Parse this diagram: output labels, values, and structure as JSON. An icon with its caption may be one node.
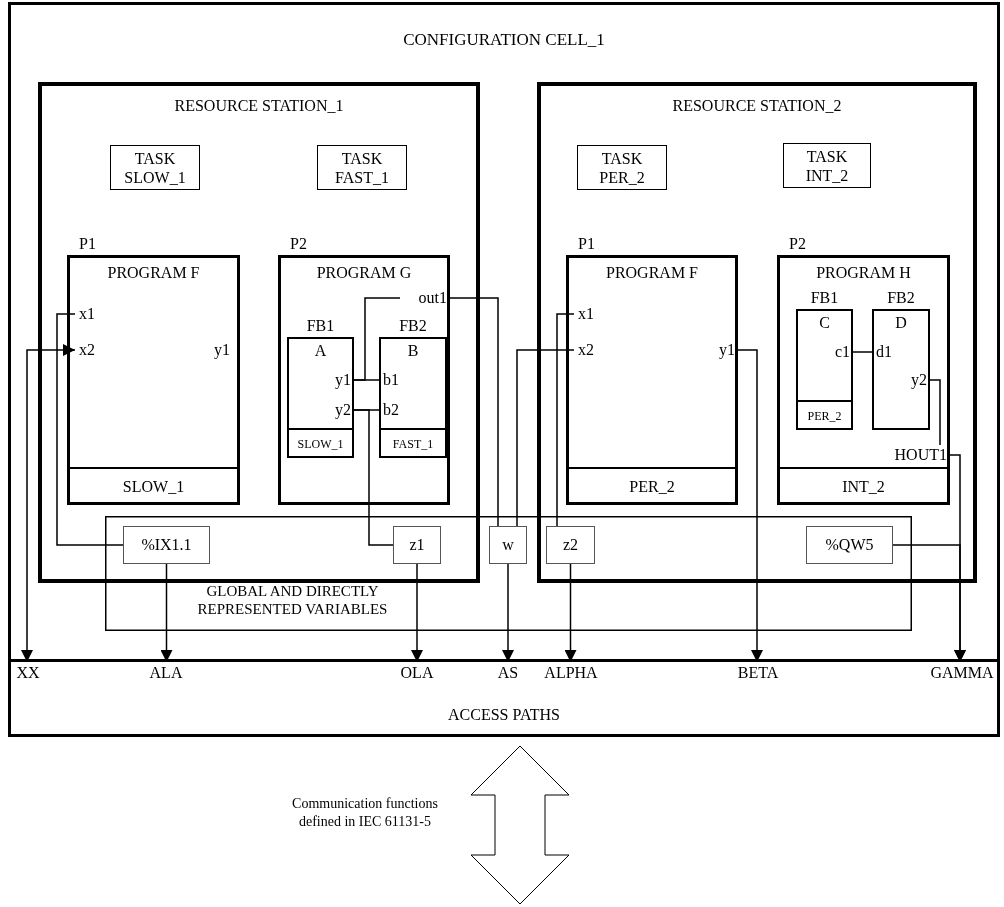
{
  "diagram": {
    "nodes": [
      {
        "text": [
          "CONFIGURATION CELL_1",
          "ACCESS PATHS"
        ]
      },
      {
        "text": [
          "RESOURCE STATION_1"
        ],
        "in": 0
      },
      {
        "text": [
          "TASK SLOW_1"
        ],
        "in": 1
      },
      {
        "text": [
          "TASK FAST_1"
        ],
        "in": 1
      },
      {
        "text": [
          "P1",
          "PROGRAM F",
          "SLOW_1"
        ],
        "in": 1
      },
      {
        "text": [
          "x1"
        ],
        "in": 4
      },
      {
        "text": [
          "x2"
        ],
        "in": 4
      },
      {
        "text": [
          "P2",
          "PROGRAM G"
        ],
        "in": 1
      },
      {
        "text": [
          "out1"
        ],
        "in": 7
      },
      {
        "text": [
          "FB1",
          "A",
          "SLOW_1"
        ],
        "in": 7
      },
      {
        "text": [
          "y1"
        ],
        "in": 9
      },
      {
        "text": [
          "y2"
        ],
        "in": 9
      },
      {
        "text": [
          "FB2",
          "B",
          "FAST_1"
        ],
        "in": 7
      },
      {
        "text": [
          "b1"
        ],
        "in": 12
      },
      {
        "text": [
          "b2"
        ],
        "in": 12
      },
      {
        "text": [
          "RESOURCE STATION_2"
        ],
        "in": 0
      },
      {
        "text": [
          "TASK PER_2"
        ],
        "in": 15
      },
      {
        "text": [
          "TASK INT_2"
        ],
        "in": 15
      },
      {
        "text": [
          "P1",
          "PROGRAM F",
          "PER_2"
        ],
        "in": 15
      },
      {
        "text": [
          "x1"
        ],
        "in": 18
      },
      {
        "text": [
          "x2"
        ],
        "in": 18
      },
      {
        "text": [
          "y1"
        ],
        "in": 18
      },
      {
        "text": [
          "P2",
          "PROGRAM H",
          "INT_2"
        ],
        "in": 15
      },
      {
        "text": [
          "FB1",
          "C",
          "PER_2"
        ],
        "in": 22
      },
      {
        "text": [
          "c1"
        ],
        "in": 23
      },
      {
        "text": [
          "FB2",
          "D"
        ],
        "in": 22
      },
      {
        "text": [
          "d1"
        ],
        "in": 25
      },
      {
        "text": [
          "y2"
        ],
        "in": 25
      },
      {
        "text": [
          "HOUT1"
        ],
        "in": 22
      },
      {
        "text": [
          "GLOBAL AND DIRECTLY REPRESENTED VARIABLES"
        ],
        "in": 0
      },
      {
        "text": [
          "%IX1.1"
        ]
      },
      {
        "text": [
          "z1"
        ]
      },
      {
        "text": [
          "w"
        ],
        "in": 29
      },
      {
        "text": [
          "z2"
        ]
      },
      {
        "text": [
          "%QW5"
        ]
      },
      {
        "text": [
          "XX"
        ],
        "in": 0
      },
      {
        "text": [
          "ALA"
        ],
        "in": 0
      },
      {
        "text": [
          "OLA"
        ],
        "in": 0
      },
      {
        "text": [
          "AS"
        ],
        "in": 0
      },
      {
        "text": [
          "ALPHA"
        ],
        "in": 0
      },
      {
        "text": [
          "BETA"
        ],
        "in": 0
      },
      {
        "text": [
          "GAMMA"
        ],
        "in": 0
      },
      {
        "text": [],
        "shape": "arrow",
        "beside": [
          "Communication functions defined in IEC 61131-5"
        ]
      },
      {
        "text": [],
        "shape": "bar",
        "in": 0
      }
    ],
    "edges": [
      {
        "from": 30,
        "to": 5,
        "arrow": "none"
      },
      {
        "from": 35,
        "to": 6,
        "arrow": "both"
      },
      {
        "from": 30,
        "to": 36,
        "arrow": "to"
      },
      {
        "from": 10,
        "to": 13,
        "arrow": "none"
      },
      {
        "from": 11,
        "to": 14,
        "arrow": "none"
      },
      {
        "from": 10,
        "to": 8,
        "arrow": "none"
      },
      {
        "from": 8,
        "to": 32,
        "arrow": "none"
      },
      {
        "from": 11,
        "to": 31,
        "arrow": "none"
      },
      {
        "from": 31,
        "to": 37,
        "arrow": "to"
      },
      {
        "from": 32,
        "to": 38,
        "arrow": "to"
      },
      {
        "from": 20,
        "to": 32,
        "arrow": "none"
      },
      {
        "from": 19,
        "to": 33,
        "arrow": "none"
      },
      {
        "from": 33,
        "to": 39,
        "arrow": "to"
      },
      {
        "from": 21,
        "to": 40,
        "arrow": "to"
      },
      {
        "from": 24,
        "to": 26,
        "arrow": "none"
      },
      {
        "from": 27,
        "to": 28,
        "arrow": "none"
      },
      {
        "from": 28,
        "to": 41,
        "arrow": "to"
      },
      {
        "from": 34,
        "to": 41,
        "arrow": "to"
      }
    ],
    "labels": [
      "y1"
    ]
  }
}
